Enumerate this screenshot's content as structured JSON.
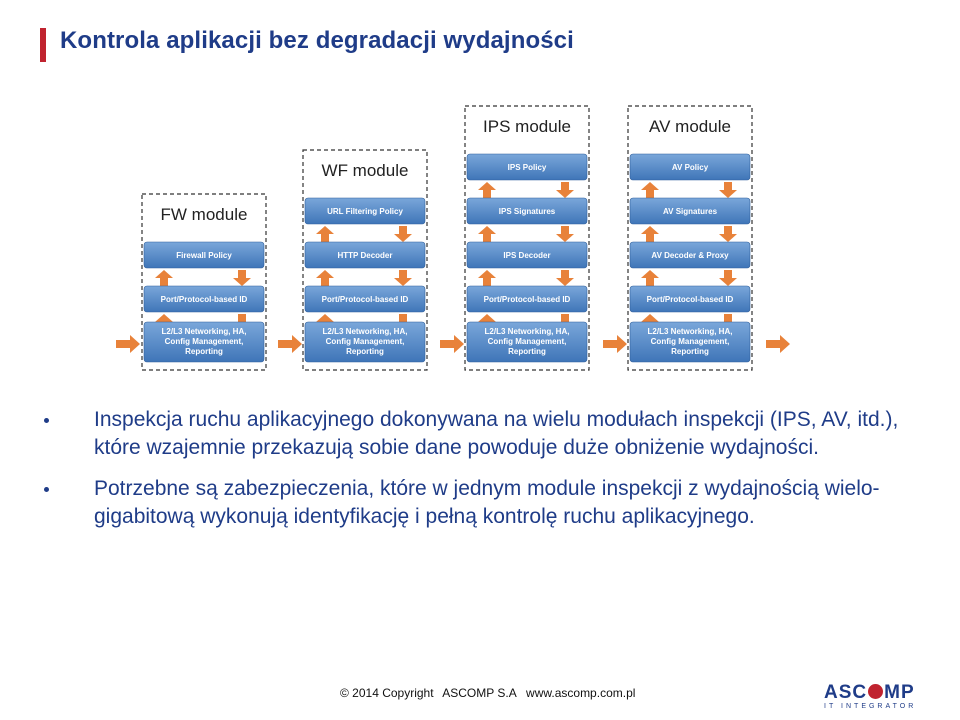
{
  "header": {
    "title": "Kontrola aplikacji bez degradacji wydajności"
  },
  "modules": [
    {
      "label": "FW module",
      "layers": [
        "Firewall Policy",
        "Port/Protocol-based ID",
        "L2/L3 Networking, HA, Config Management, Reporting"
      ]
    },
    {
      "label": "WF module",
      "layers": [
        "URL Filtering Policy",
        "HTTP Decoder",
        "Port/Protocol-based ID",
        "L2/L3 Networking, HA, Config Management, Reporting"
      ]
    },
    {
      "label": "IPS module",
      "layers": [
        "IPS Policy",
        "IPS Signatures",
        "IPS Decoder",
        "Port/Protocol-based ID",
        "L2/L3 Networking, HA, Config Management, Reporting"
      ]
    },
    {
      "label": "AV module",
      "layers": [
        "AV Policy",
        "AV Signatures",
        "AV Decoder & Proxy",
        "Port/Protocol-based ID",
        "L2/L3 Networking, HA, Config Management, Reporting"
      ]
    }
  ],
  "bullets": [
    "Inspekcja ruchu aplikacyjnego dokonywana na wielu modułach inspekcji (IPS, AV, itd.), które wzajemnie przekazują sobie dane powoduje duże obniżenie wydajności.",
    "Potrzebne są zabezpieczenia, które w jednym module inspekcji z wydajnością wielo-gigabitową wykonują identyfikację i pełną kontrolę ruchu aplikacyjnego."
  ],
  "footer": {
    "copyright": "© 2014 Copyright",
    "company": "ASCOMP S.A",
    "website": "www.ascomp.com.pl"
  },
  "logo": {
    "main": "ASC",
    "main_end": "MP",
    "sub": "IT INTEGRATOR"
  },
  "colors": {
    "title": "#1f3c88",
    "accent_red": "#c0232f",
    "layer_box": "#4f86c6",
    "arrow": "#e8823a"
  }
}
